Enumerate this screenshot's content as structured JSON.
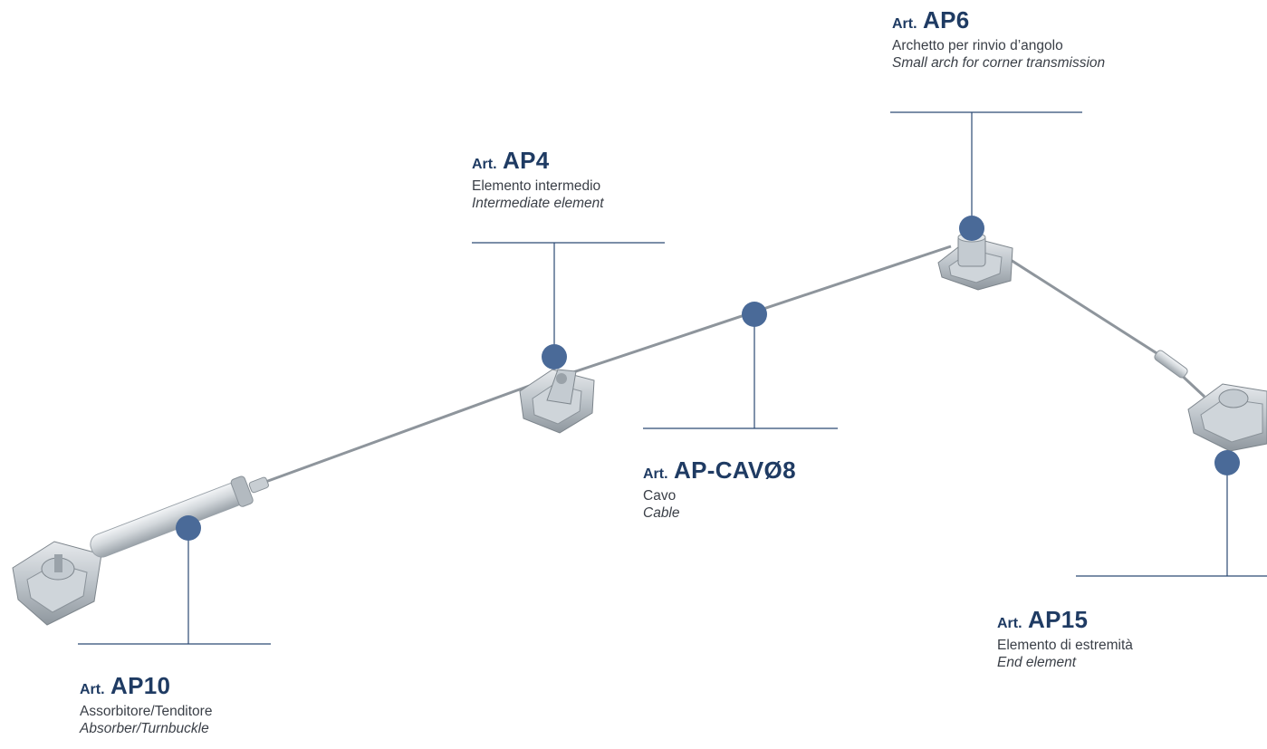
{
  "labels": {
    "ap6": {
      "prefix": "Art.",
      "code": "AP6",
      "it": "Archetto per rinvio d’angolo",
      "en": "Small arch for corner transmission"
    },
    "ap4": {
      "prefix": "Art.",
      "code": "AP4",
      "it": "Elemento intermedio",
      "en": "Intermediate element"
    },
    "apcav": {
      "prefix": "Art.",
      "code": "AP-CAVØ8",
      "it": "Cavo",
      "en": "Cable"
    },
    "ap15": {
      "prefix": "Art.",
      "code": "AP15",
      "it": "Elemento di estremità",
      "en": "End element"
    },
    "ap10": {
      "prefix": "Art.",
      "code": "AP10",
      "it": "Assorbitore/Tenditore",
      "en": "Absorber/Turnbuckle"
    }
  },
  "colors": {
    "marker": "#4a6a98",
    "leader_line": "#2c4a73",
    "code_text": "#1f3b63",
    "cable": "#8e959c",
    "metal": "#b9c0c6"
  }
}
